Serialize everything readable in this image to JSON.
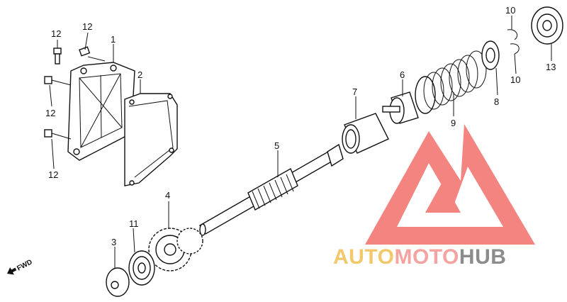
{
  "diagram": {
    "callouts": [
      {
        "id": "p12a",
        "text": "12"
      },
      {
        "id": "p12b",
        "text": "12"
      },
      {
        "id": "p1",
        "text": "1"
      },
      {
        "id": "p2",
        "text": "2"
      },
      {
        "id": "p12c",
        "text": "12"
      },
      {
        "id": "p12d",
        "text": "12"
      },
      {
        "id": "p5",
        "text": "5"
      },
      {
        "id": "p7",
        "text": "7"
      },
      {
        "id": "p6",
        "text": "6"
      },
      {
        "id": "p9",
        "text": "9"
      },
      {
        "id": "p8",
        "text": "8"
      },
      {
        "id": "p10a",
        "text": "10"
      },
      {
        "id": "p10b",
        "text": "10"
      },
      {
        "id": "p13",
        "text": "13"
      },
      {
        "id": "p4",
        "text": "4"
      },
      {
        "id": "p11",
        "text": "11"
      },
      {
        "id": "p3",
        "text": "3"
      }
    ],
    "fwd_label": "FWD"
  },
  "watermark": {
    "part1": "AUTO",
    "part2": "MOTO",
    "part3": "HUB",
    "colors": {
      "auto": "#f3c86b",
      "moto": "#f4a3a0",
      "hub": "#8c8c8c",
      "logo": "#f26f6a"
    }
  }
}
